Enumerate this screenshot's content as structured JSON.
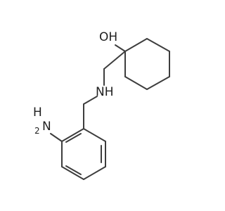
{
  "molecule": {
    "atoms": {
      "oh": "OH",
      "nh": "NH",
      "nh2_h": "H",
      "nh2_n": "N",
      "nh2_sub": "2"
    }
  }
}
